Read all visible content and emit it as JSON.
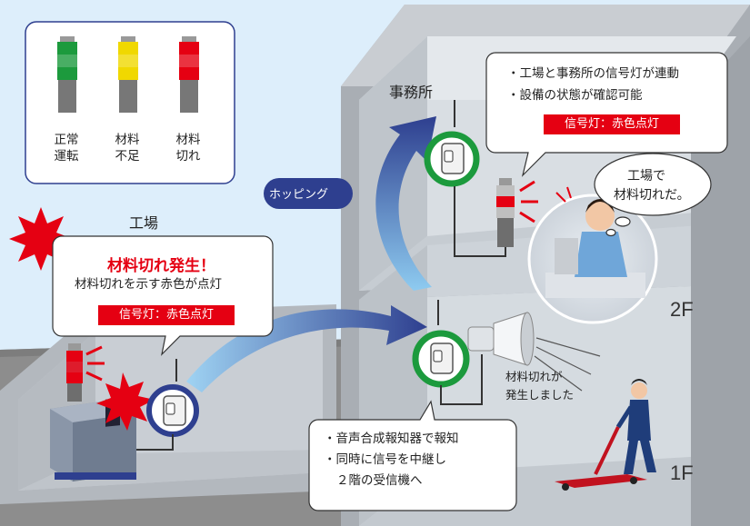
{
  "colors": {
    "sky": "#ddeefb",
    "ground": "#8d8d8d",
    "building": "#b8bcc1",
    "alert_red": "#e50012",
    "hop_blue": "#2e3f8f",
    "device_green": "#1c9a3d",
    "device_navy": "#2e3f8f"
  },
  "legend": {
    "items": [
      {
        "line1": "正常",
        "line2": "運転",
        "lamp": "green"
      },
      {
        "line1": "材料",
        "line2": "不足",
        "lamp": "yellow"
      },
      {
        "line1": "材料",
        "line2": "切れ",
        "lamp": "red"
      }
    ]
  },
  "labels": {
    "factory": "工場",
    "office": "事務所",
    "hopping": "ホッピング",
    "floor_2f": "2F",
    "floor_1f": "1F",
    "voice_text_line1": "材料切れが",
    "voice_text_line2": "発生しました"
  },
  "factory_bubble": {
    "headline": "材料切れ発生！",
    "detail": "材料切れを示す赤色が点灯",
    "tag": "信号灯：赤色点灯"
  },
  "office_bubble": {
    "line1": "・工場と事務所の信号灯が連動",
    "line2": "・設備の状態が確認可能",
    "tag": "信号灯：赤色点灯"
  },
  "thought_bubble": {
    "line1": "工場で",
    "line2": "材料切れだ。"
  },
  "relay_bubble": {
    "line1": "・音声合成報知器で報知",
    "line2": "・同時に信号を中継し",
    "line3": "２階の受信機へ"
  }
}
